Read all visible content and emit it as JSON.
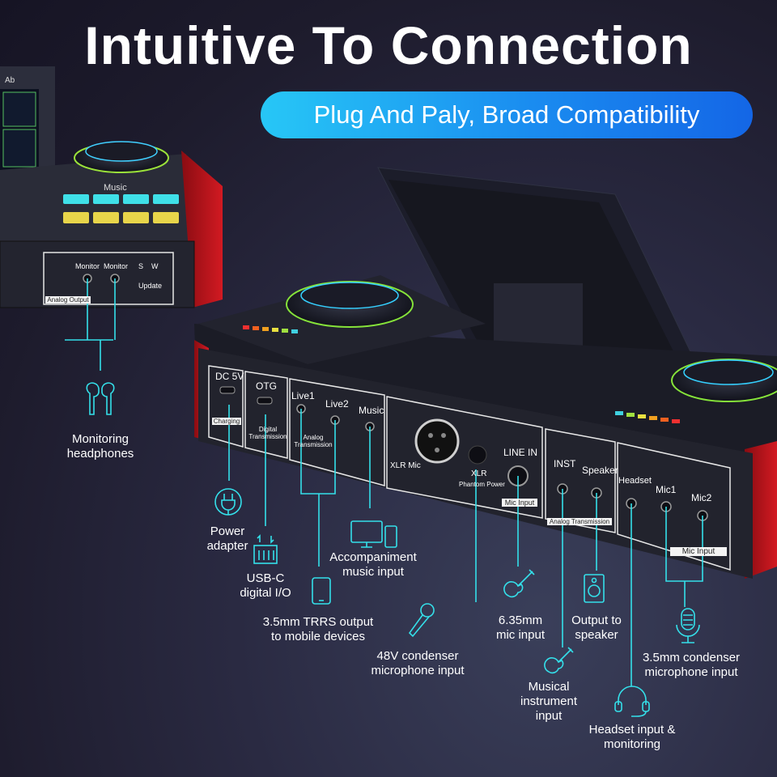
{
  "headline": "Intuitive To Connection",
  "subheadline": "Plug And Paly, Broad Compatibility",
  "left_device": {
    "screen_label": "Ab",
    "knob_labels": [
      "Music"
    ],
    "port_labels": [
      "Monitor",
      "Monitor"
    ],
    "switch_labels": [
      "S",
      "W"
    ],
    "update_label": "Update",
    "section_tab": "Analog Output"
  },
  "main_panel": {
    "dc": "DC 5V",
    "dc_tab": "Charging",
    "otg": "OTG",
    "otg_tab": "Digital Transmission",
    "live1": "Live1",
    "live2": "Live2",
    "music": "Music",
    "analog_tab": "Analog Transmission",
    "xlr_mic": "XLR Mic",
    "xlr_phantom": "XLR",
    "phantom_power": "Phantom Power",
    "line_in": "LINE IN",
    "mic_input_tab": "Mic Input",
    "inst": "INST",
    "speaker": "Speaker",
    "analog_tab2": "Analog Transmission",
    "headset": "Headset",
    "mic1": "Mic1",
    "mic2": "Mic2",
    "mic_input_tab2": "Mic Input"
  },
  "captions": {
    "monitoring": "Monitoring headphones",
    "power": "Power adapter",
    "usbc": "USB-C digital I/O",
    "trrs": "3.5mm TRRS output to mobile devices",
    "accompaniment": "Accompaniment music input",
    "condenser48v": "48V condenser microphone input",
    "mic635": "6.35mm mic input",
    "musical": "Musical instrument input",
    "speaker": "Output to speaker",
    "headset": "Headset input & monitoring",
    "condenser35": "3.5mm condenser microphone input"
  },
  "colors": {
    "accent_cyan": "#34e0ea",
    "pill_start": "#27c7f6",
    "pill_end": "#1466e6",
    "device_red": "#c8141c"
  },
  "icons": [
    "earbuds-icon",
    "power-plug-icon",
    "usb-c-icon",
    "smartphone-icon",
    "monitor-phone-icon",
    "microphone-icon",
    "guitar-icon",
    "speaker-icon",
    "headset-icon",
    "condenser-mic-icon"
  ]
}
